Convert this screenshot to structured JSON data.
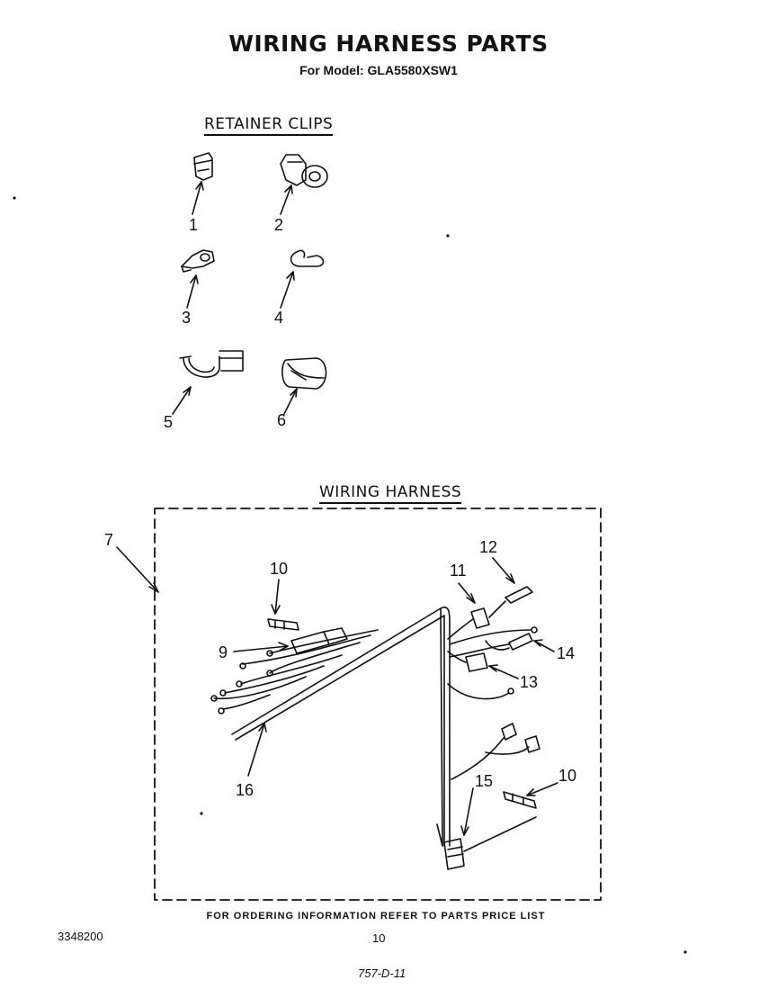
{
  "header": {
    "title": "WIRING HARNESS PARTS",
    "subtitle": "For Model: GLA5580XSW1"
  },
  "sections": {
    "retainer_clips": "RETAINER CLIPS",
    "wiring_harness": "WIRING HARNESS"
  },
  "callouts": {
    "c1": "1",
    "c2": "2",
    "c3": "3",
    "c4": "4",
    "c5": "5",
    "c6": "6",
    "c7": "7",
    "c9": "9",
    "c10": "10",
    "c11": "11",
    "c12": "12",
    "c13": "13",
    "c14": "14",
    "c15": "15",
    "c16": "16"
  },
  "footer": {
    "note": "FOR ORDERING INFORMATION REFER TO PARTS PRICE LIST",
    "part_number": "3348200",
    "page": "10",
    "code": "757-D-11"
  }
}
